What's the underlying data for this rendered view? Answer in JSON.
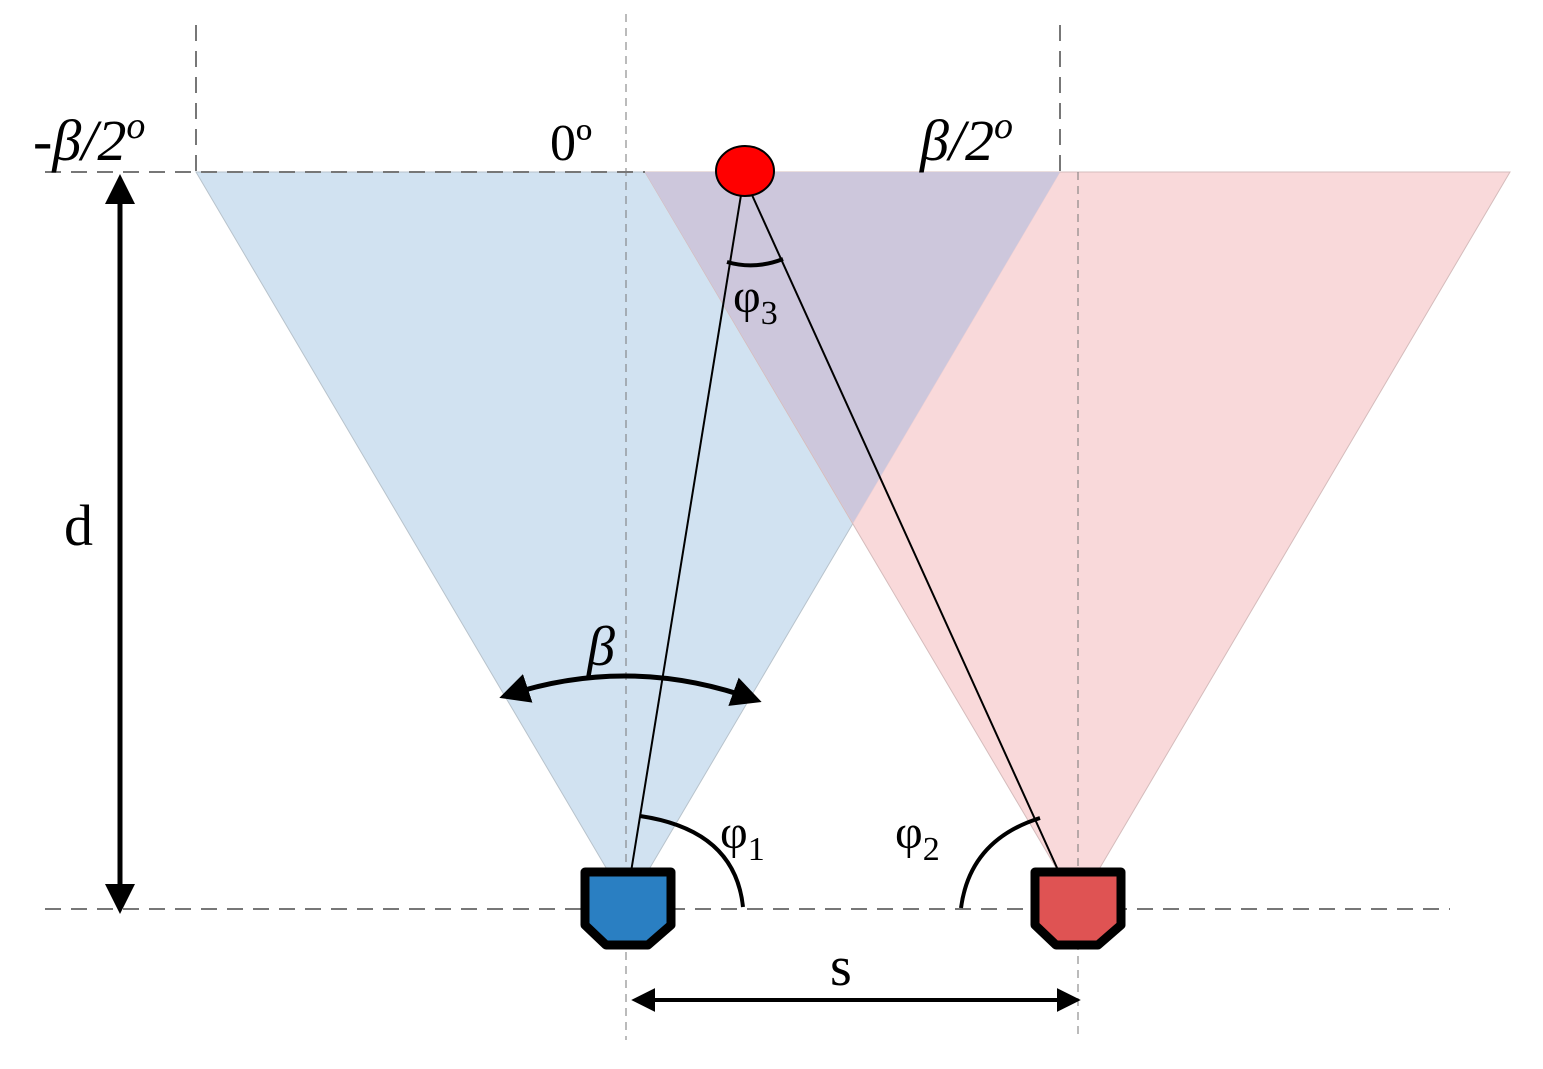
{
  "labels": {
    "neg_half_angle": "-β/2",
    "neg_half_angle_sup": "o",
    "zero_angle": "0º",
    "pos_half_angle": "β/2",
    "pos_half_angle_sup": "o",
    "distance": "d",
    "fov_angle": "β",
    "phi1": "φ",
    "phi1_sub": "1",
    "phi2": "φ",
    "phi2_sub": "2",
    "phi3": "φ",
    "phi3_sub": "3",
    "separation": "s"
  },
  "colors": {
    "left_fov": "#c9ddef",
    "right_fov": "#f8d2d3",
    "overlap": "#cdc7dc",
    "left_sensor": "#2a7fc2",
    "right_sensor": "#df5353",
    "target": "#ff0000",
    "line": "#000000",
    "guide": "#777777"
  },
  "icons": {
    "left_sensor": "sensor-icon",
    "right_sensor": "sensor-icon",
    "target": "target-dot-icon"
  }
}
